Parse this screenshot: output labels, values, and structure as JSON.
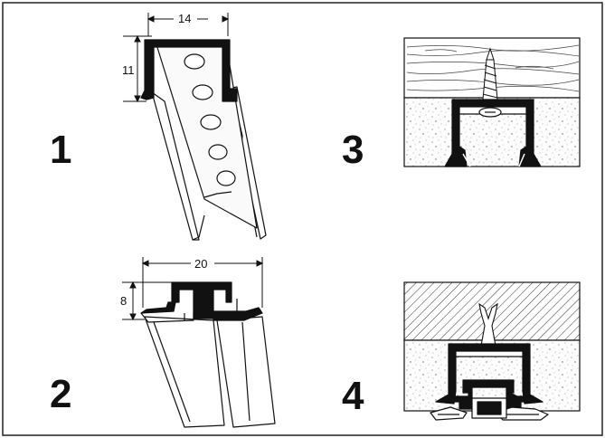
{
  "panels": [
    {
      "number": "1",
      "dims": {
        "width": "14",
        "height": "11"
      }
    },
    {
      "number": "2",
      "dims": {
        "width": "20",
        "height": "8"
      }
    },
    {
      "number": "3"
    },
    {
      "number": "4"
    }
  ]
}
